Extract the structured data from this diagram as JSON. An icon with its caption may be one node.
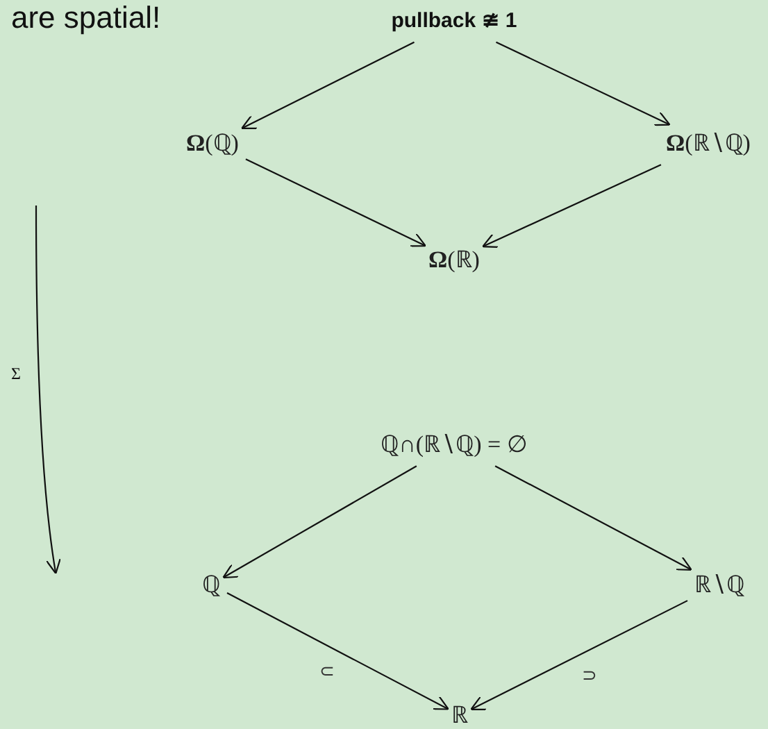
{
  "diagram": {
    "nodes": [
      {
        "text": [
          "pullback ≇ 1"
        ]
      },
      {
        "text": [
          "**Ω**(ℚ)"
        ]
      },
      {
        "text": [
          "**Ω**(ℝ∖ℚ)"
        ]
      },
      {
        "text": [
          "**Ω**(ℝ)"
        ]
      },
      {
        "text": [
          "ℚ∩(ℝ∖ℚ) = ∅"
        ]
      },
      {
        "text": [
          "ℚ"
        ]
      },
      {
        "text": [
          "ℝ∖ℚ"
        ]
      },
      {
        "text": [
          "ℝ"
        ]
      }
    ],
    "edges": [
      {
        "from": 0,
        "to": 1,
        "arrow": "to"
      },
      {
        "from": 0,
        "to": 2,
        "arrow": "to"
      },
      {
        "from": 1,
        "to": 3,
        "arrow": "to"
      },
      {
        "from": 2,
        "to": 3,
        "arrow": "to"
      },
      {
        "from": 4,
        "to": 5,
        "arrow": "to"
      },
      {
        "from": 4,
        "to": 6,
        "arrow": "to"
      },
      {
        "from": 5,
        "to": 7,
        "arrow": "to",
        "label": "⊂"
      },
      {
        "from": 6,
        "to": 7,
        "arrow": "to",
        "label": "⊃"
      }
    ],
    "labels": [
      "are spatial!",
      "Σ"
    ]
  }
}
